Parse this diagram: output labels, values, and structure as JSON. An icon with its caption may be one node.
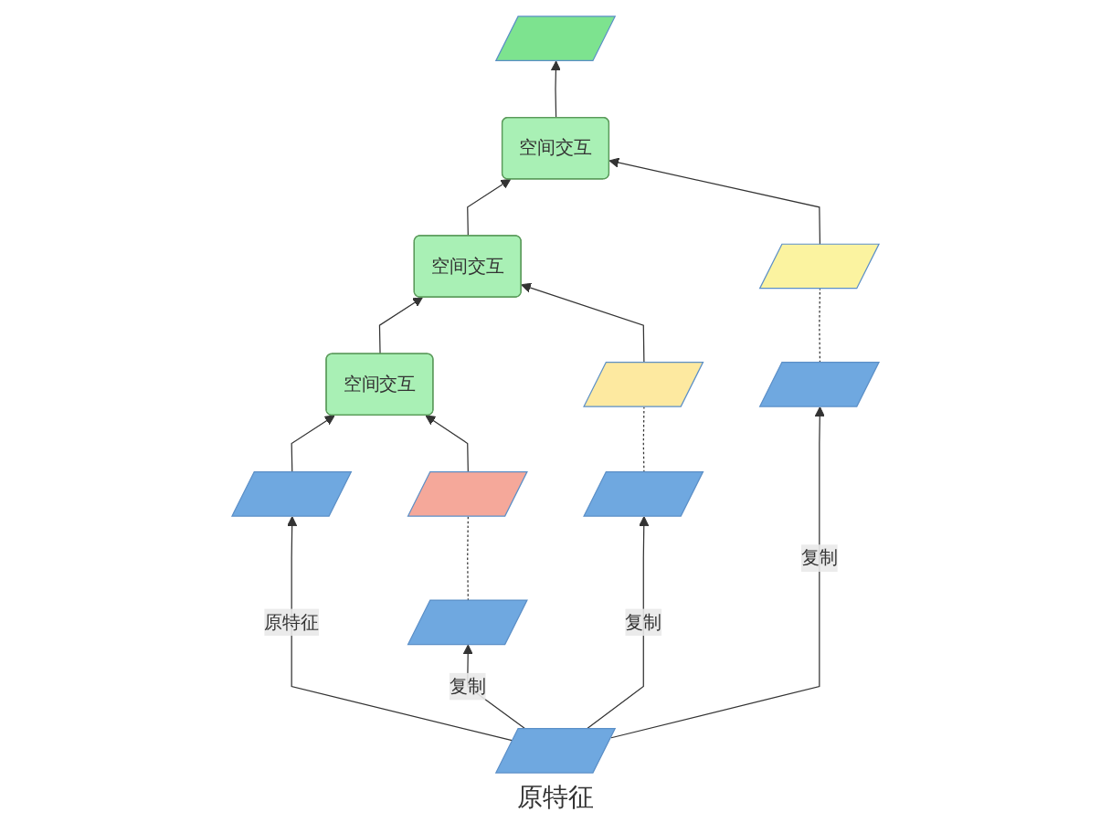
{
  "diagram": {
    "nodes": [
      {
        "text": [],
        "shape": "box"
      },
      {
        "text": [
          "空间交互"
        ]
      },
      {
        "text": [
          "空间交互"
        ]
      },
      {
        "text": [
          "空间交互"
        ]
      },
      {
        "text": [],
        "shape": "box"
      },
      {
        "text": [],
        "shape": "box"
      },
      {
        "text": [],
        "shape": "box"
      },
      {
        "text": [],
        "shape": "box"
      },
      {
        "text": [],
        "shape": "box"
      },
      {
        "text": [],
        "shape": "box"
      },
      {
        "text": [],
        "shape": "box"
      },
      {
        "text": [],
        "shape": "box"
      }
    ],
    "labels": [
      "原特征"
    ],
    "edges": [
      {
        "from": 1,
        "to": 0,
        "arrow": "to"
      },
      {
        "from": 2,
        "to": 1,
        "arrow": "to"
      },
      {
        "from": 3,
        "to": 2,
        "arrow": "to"
      },
      {
        "from": 7,
        "to": 3,
        "arrow": "to"
      },
      {
        "from": 4,
        "to": 3,
        "arrow": "to"
      },
      {
        "from": 5,
        "to": 2,
        "arrow": "to"
      },
      {
        "from": 6,
        "to": 1,
        "arrow": "to"
      },
      {
        "from": 8,
        "to": 4,
        "arrow": "none",
        "style": "dashed"
      },
      {
        "from": 9,
        "to": 5,
        "arrow": "none",
        "style": "dashed"
      },
      {
        "from": 10,
        "to": 6,
        "arrow": "none",
        "style": "dashed"
      },
      {
        "from": 11,
        "to": 7,
        "arrow": "to",
        "label": "原特征"
      },
      {
        "from": 11,
        "to": 8,
        "arrow": "to",
        "label": "复制"
      },
      {
        "from": 11,
        "to": 9,
        "arrow": "to",
        "label": "复制"
      },
      {
        "from": 11,
        "to": 10,
        "arrow": "to",
        "label": "复制"
      }
    ]
  }
}
